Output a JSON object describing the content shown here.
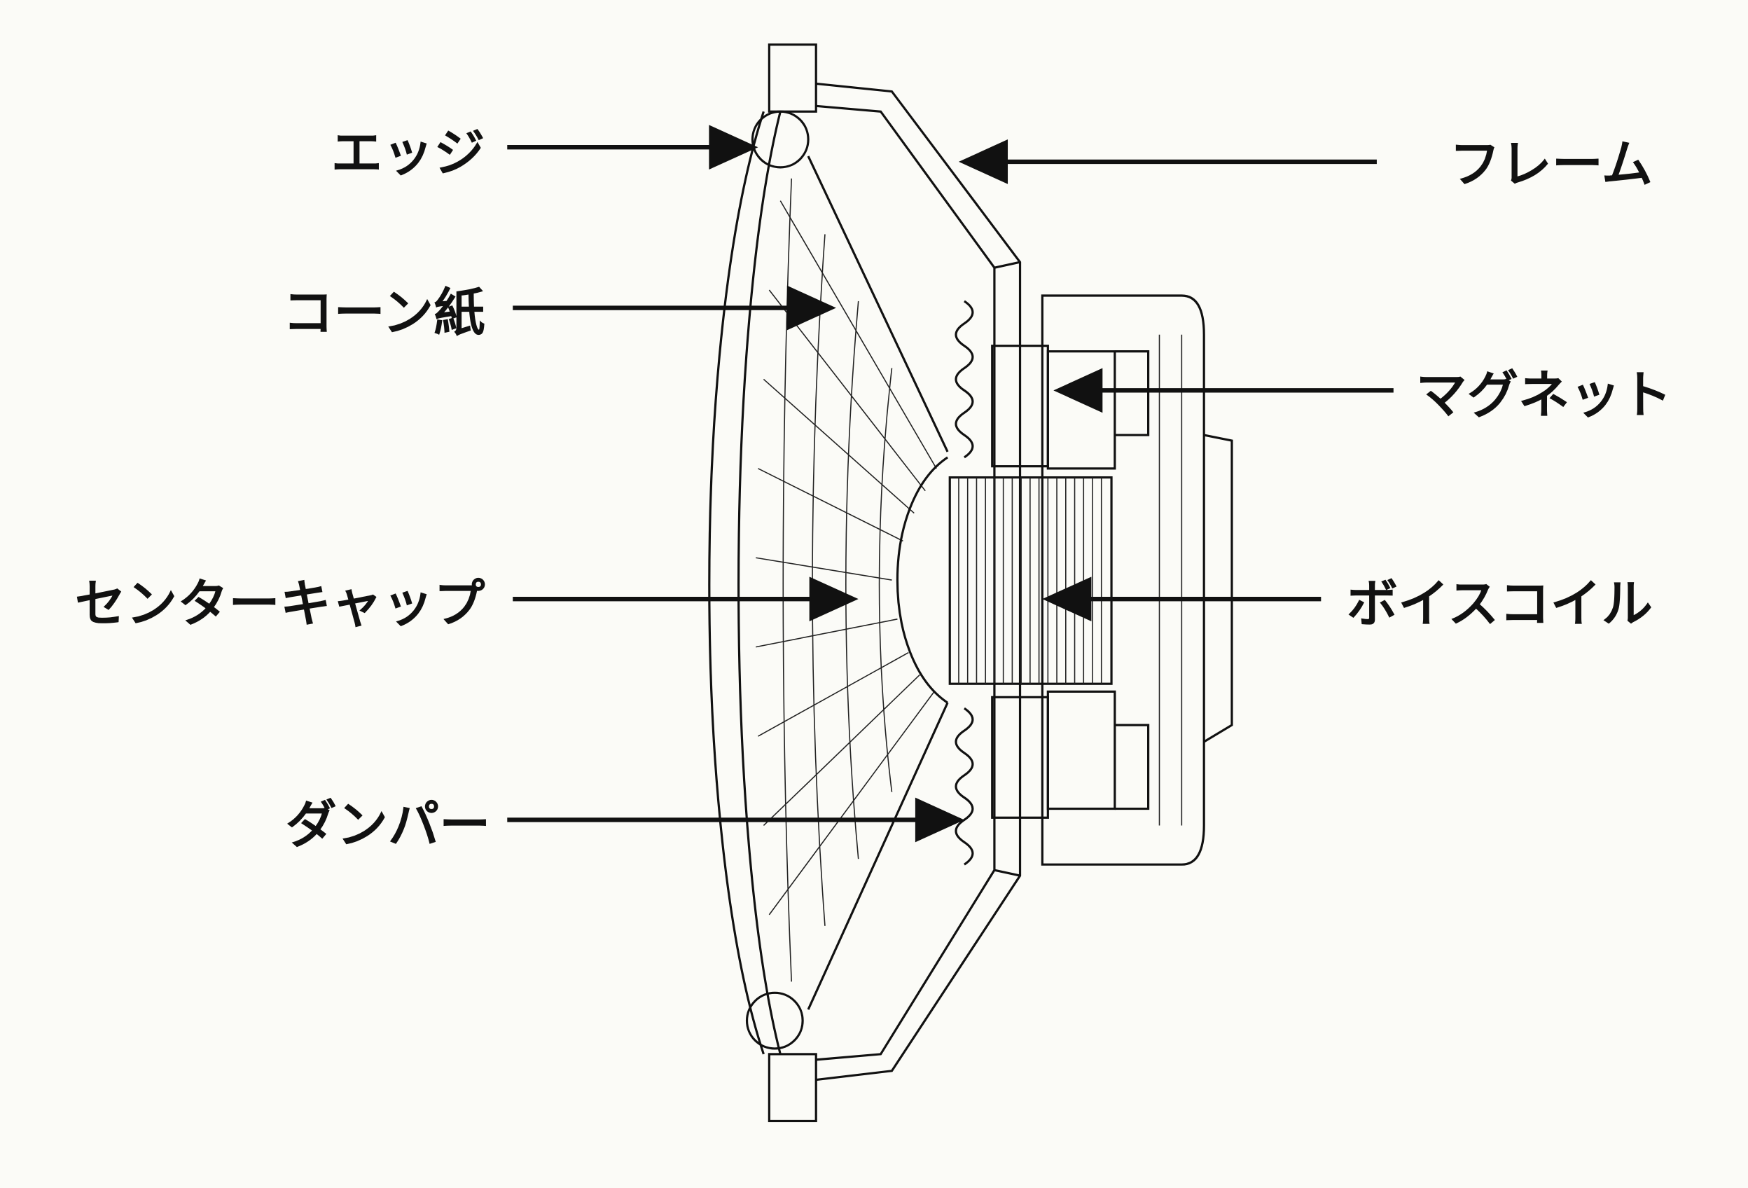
{
  "title": "スピーカー構造図",
  "labels": {
    "edge": "エッジ",
    "cone": "コーン紙",
    "center_cap": "センターキャップ",
    "damper": "ダンパー",
    "frame": "フレーム",
    "magnet": "マグネット",
    "voice_coil": "ボイスコイル"
  },
  "colors": {
    "background": "#fbfbf7",
    "ink": "#111111"
  }
}
